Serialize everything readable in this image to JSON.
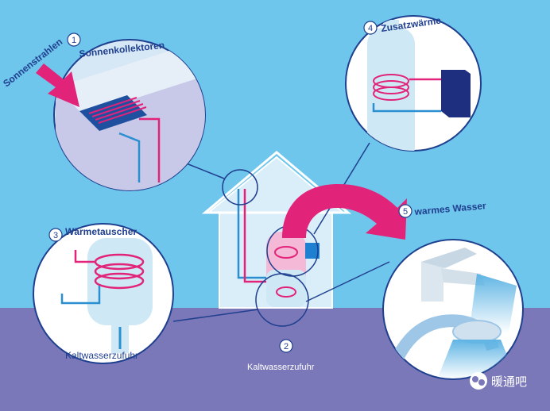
{
  "labels": {
    "sun_rays": "Sonnenstrahlen",
    "collectors": "Sonnenkollektoren",
    "extra_heat": "Zusatzwärme",
    "heat_exchanger": "Wärmetauscher",
    "warm_water": "warmes Wasser",
    "cold_supply_left": "Kaltwasserzufuhr",
    "cold_supply_center": "Kaltwasserzufuhr"
  },
  "numbers": {
    "n1": "1",
    "n2": "2",
    "n3": "3",
    "n4": "4",
    "n5": "5"
  },
  "watermark": {
    "text": "暖通吧"
  },
  "colors": {
    "sky": "#6fc6ec",
    "ground": "#7a78b8",
    "navy": "#1f3f8f",
    "hot": "#e2237a",
    "cold": "#2a8fd0",
    "tank": "#cfe8f6"
  }
}
